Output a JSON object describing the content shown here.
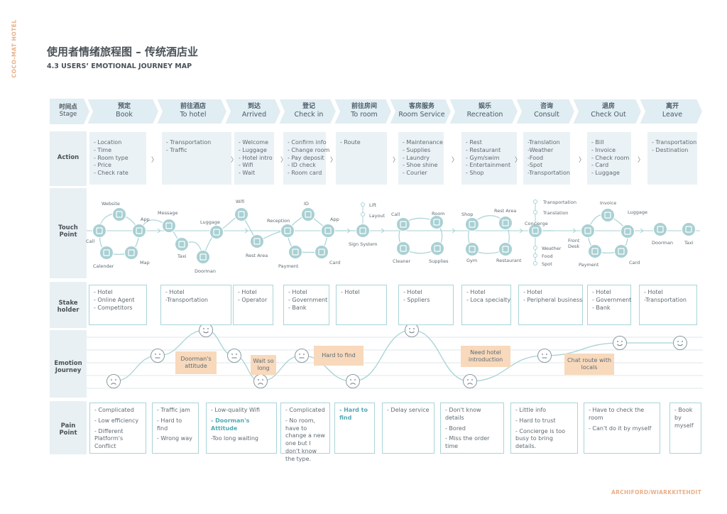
{
  "side_label": "COCO-MAT HOTEL",
  "title": "使用者情绪旅程图 – 传统酒店业",
  "subtitle": "4.3 USERS’ EMOTIONAL JOURNEY MAP",
  "footer": "ARCHIFORD/WIARKKITEHDIT",
  "row_labels": {
    "stage_zh": "时间点",
    "stage_en": "Stage",
    "action": "Action",
    "touch_1": "Touch",
    "touch_2": "Point",
    "stake_1": "Stake",
    "stake_2": "holder",
    "emotion_1": "Emotion",
    "emotion_2": "Journey",
    "pain_1": "Pain",
    "pain_2": "Point"
  },
  "stages": [
    {
      "zh": "预定",
      "en": "Book"
    },
    {
      "zh": "前往酒店",
      "en": "To hotel"
    },
    {
      "zh": "到达",
      "en": "Arrived"
    },
    {
      "zh": "登记",
      "en": "Check in"
    },
    {
      "zh": "前往房间",
      "en": "To room"
    },
    {
      "zh": "客房服务",
      "en": "Room Service"
    },
    {
      "zh": "娱乐",
      "en": "Recreation"
    },
    {
      "zh": "咨询",
      "en": "Consult"
    },
    {
      "zh": "退房",
      "en": "Check Out"
    },
    {
      "zh": "离开",
      "en": "Leave"
    }
  ],
  "actions": [
    [
      "- Location",
      "- Time",
      "- Room type",
      "- Price",
      "- Check rate"
    ],
    [
      "- Transportation",
      "- Traffic"
    ],
    [
      "- Welcome",
      "- Luggage",
      "- Hotel intro",
      "- Wifi",
      "- Wait"
    ],
    [
      "- Confirm info",
      "- Change room",
      "- Pay deposit",
      "- ID check",
      "- Room card"
    ],
    [
      "- Route"
    ],
    [
      "- Maintenance",
      "- Supplies",
      "- Laundry",
      "- Shoe shine",
      "- Courier"
    ],
    [
      "- Rest",
      "- Restaurant",
      "- Gym/swim",
      "- Entertainment",
      "- Shop"
    ],
    [
      "-Translation",
      "-Weather",
      "-Food",
      "-Spot",
      "-Transportation"
    ],
    [
      "- Bill",
      "- Invoice",
      "- Check room",
      "- Card",
      "- Luggage"
    ],
    [
      "- Transportation",
      "- Destination"
    ]
  ],
  "chevron": "〉",
  "touch_labels": {
    "website": "Website",
    "app1": "App",
    "call1": "Call",
    "calender": "Calender",
    "map": "Map",
    "message": "Message",
    "taxi1": "Taxi",
    "luggage1": "Luggage",
    "doorman1": "Doorman",
    "wifi": "Wifi",
    "rest_area": "Rest Area",
    "reception": "Reception",
    "id": "ID",
    "app2": "App",
    "payment1": "Payment",
    "card1": "Card",
    "lift": "Lift",
    "layout": "Layout",
    "sign": "Sign System",
    "call2": "Call",
    "room": "Room",
    "cleaner": "Cleaner",
    "supplies": "Supplies",
    "shop": "Shop",
    "rest_area2": "Rest Area",
    "gym": "Gym",
    "restaurant": "Restaurant",
    "transportation": "Transportation",
    "translation": "Translation",
    "concierge": "Concierge",
    "weather": "Weather",
    "food": "Food",
    "spot": "Spot",
    "front_desk_1": "Front",
    "front_desk_2": "Desk",
    "invoice": "Invoice",
    "luggage2": "Luggage",
    "payment2": "Payment",
    "card2": "Card",
    "doorman2": "Doorman",
    "taxi2": "Taxi"
  },
  "stakeholders": [
    [
      "- Hotel",
      "- Online Agent",
      "- Competitors"
    ],
    [
      "- Hotel",
      "-Transportation"
    ],
    [
      "- Hotel",
      "- Operator"
    ],
    [
      "- Hotel",
      "- Government",
      "- Bank"
    ],
    [
      "- Hotel"
    ],
    [
      "- Hotel",
      "- Sppliers"
    ],
    [
      "- Hotel",
      "- Loca specialty"
    ],
    [
      "- Hotel",
      "- Peripheral business"
    ],
    [
      "- Hotel",
      "- Government",
      "- Bank"
    ],
    [
      "- Hotel",
      "-Transportation"
    ]
  ],
  "emotion_notes": [
    {
      "text": "Doorman's attitude"
    },
    {
      "text": "Wait so long"
    },
    {
      "text": "Hard to find"
    },
    {
      "text": "Need hotel introduction"
    },
    {
      "text": "Chat route with locals"
    }
  ],
  "emotion_levels": [
    {
      "stage": "Book",
      "level": 1
    },
    {
      "stage": "Book",
      "level": 3
    },
    {
      "stage": "To hotel",
      "level": 5
    },
    {
      "stage": "Arrived",
      "level": 3
    },
    {
      "stage": "Arrived",
      "level": 1
    },
    {
      "stage": "Check in",
      "level": 3
    },
    {
      "stage": "To room",
      "level": 1
    },
    {
      "stage": "Room Service",
      "level": 5
    },
    {
      "stage": "Recreation",
      "level": 1
    },
    {
      "stage": "Consult",
      "level": 3
    },
    {
      "stage": "Check Out",
      "level": 4
    },
    {
      "stage": "Leave",
      "level": 4
    }
  ],
  "pain_points": [
    [
      "- Complicated",
      "- Low efficiency",
      "- Different Platform's Conflict"
    ],
    [
      "- Traffic jam",
      "- Hard to find",
      "- Wrong way"
    ],
    [
      "- Low-quality Wifi",
      "- Doorman's Attitude",
      "-Too long waiting"
    ],
    [
      "- Complicated",
      "- No room, have to change a new one but I don't know the type."
    ],
    [
      "- Hard to find"
    ],
    [
      "- Delay service"
    ],
    [
      "- Don't know details",
      "- Bored",
      "- Miss the order time"
    ],
    [
      "- Little info",
      "- Hard to trust",
      "- Concierge is too busy to bring details."
    ],
    [
      "- Have to check the room",
      "- Can't do it by myself"
    ],
    [
      "- Book by myself"
    ]
  ],
  "colors": {
    "accent": "#8ecbd1",
    "icon_fill": "#a9d0d3",
    "note": "#f8d9bc",
    "orange_text": "#e8b08a",
    "stage_bg": "#e0edf2"
  }
}
